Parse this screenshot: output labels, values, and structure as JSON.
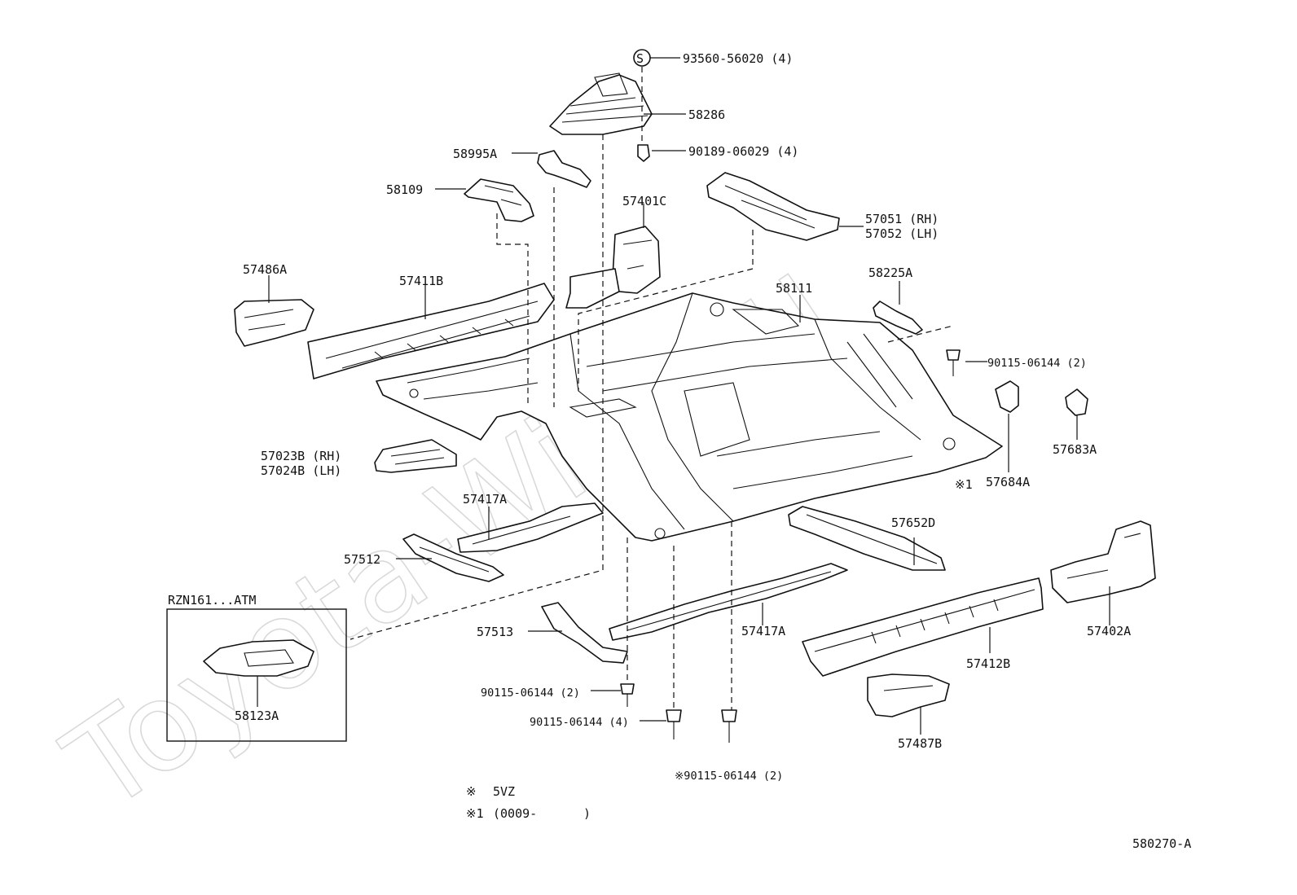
{
  "watermark": "Toyota-Wire.ru",
  "inset": {
    "title": "RZN161...ATM",
    "part": "58123A"
  },
  "labels": {
    "p93560": "93560-56020 (4)",
    "p58286": "58286",
    "p90189": "90189-06029 (4)",
    "p58995A": "58995A",
    "p58109": "58109",
    "p57401C": "57401C",
    "p57051": "57051 (RH)",
    "p57052": "57052 (LH)",
    "p57486A": "57486A",
    "p57411B": "57411B",
    "p58111": "58111",
    "p58225A": "58225A",
    "p90115_top": "90115-06144 (2)",
    "p57683A": "57683A",
    "p57684A": "57684A",
    "p_note1": "※1",
    "p57023B": "57023B (RH)",
    "p57024B": "57024B (LH)",
    "p57417A_a": "57417A",
    "p57652D": "57652D",
    "p57512": "57512",
    "p57402A": "57402A",
    "p57513": "57513",
    "p57417A_b": "57417A",
    "p57412B": "57412B",
    "p90115_l": "90115-06144 (2)",
    "p90115_m": "90115-06144 (4)",
    "p90115_star": "※90115-06144 (2)",
    "p57487B": "57487B"
  },
  "legend": {
    "line1_mark": "※",
    "line1_text": "5VZ",
    "line2_mark": "※1",
    "line2_text": "(0009-",
    "line2_close": ")"
  },
  "diagram_id": "580270-A",
  "s_symbol": "S"
}
